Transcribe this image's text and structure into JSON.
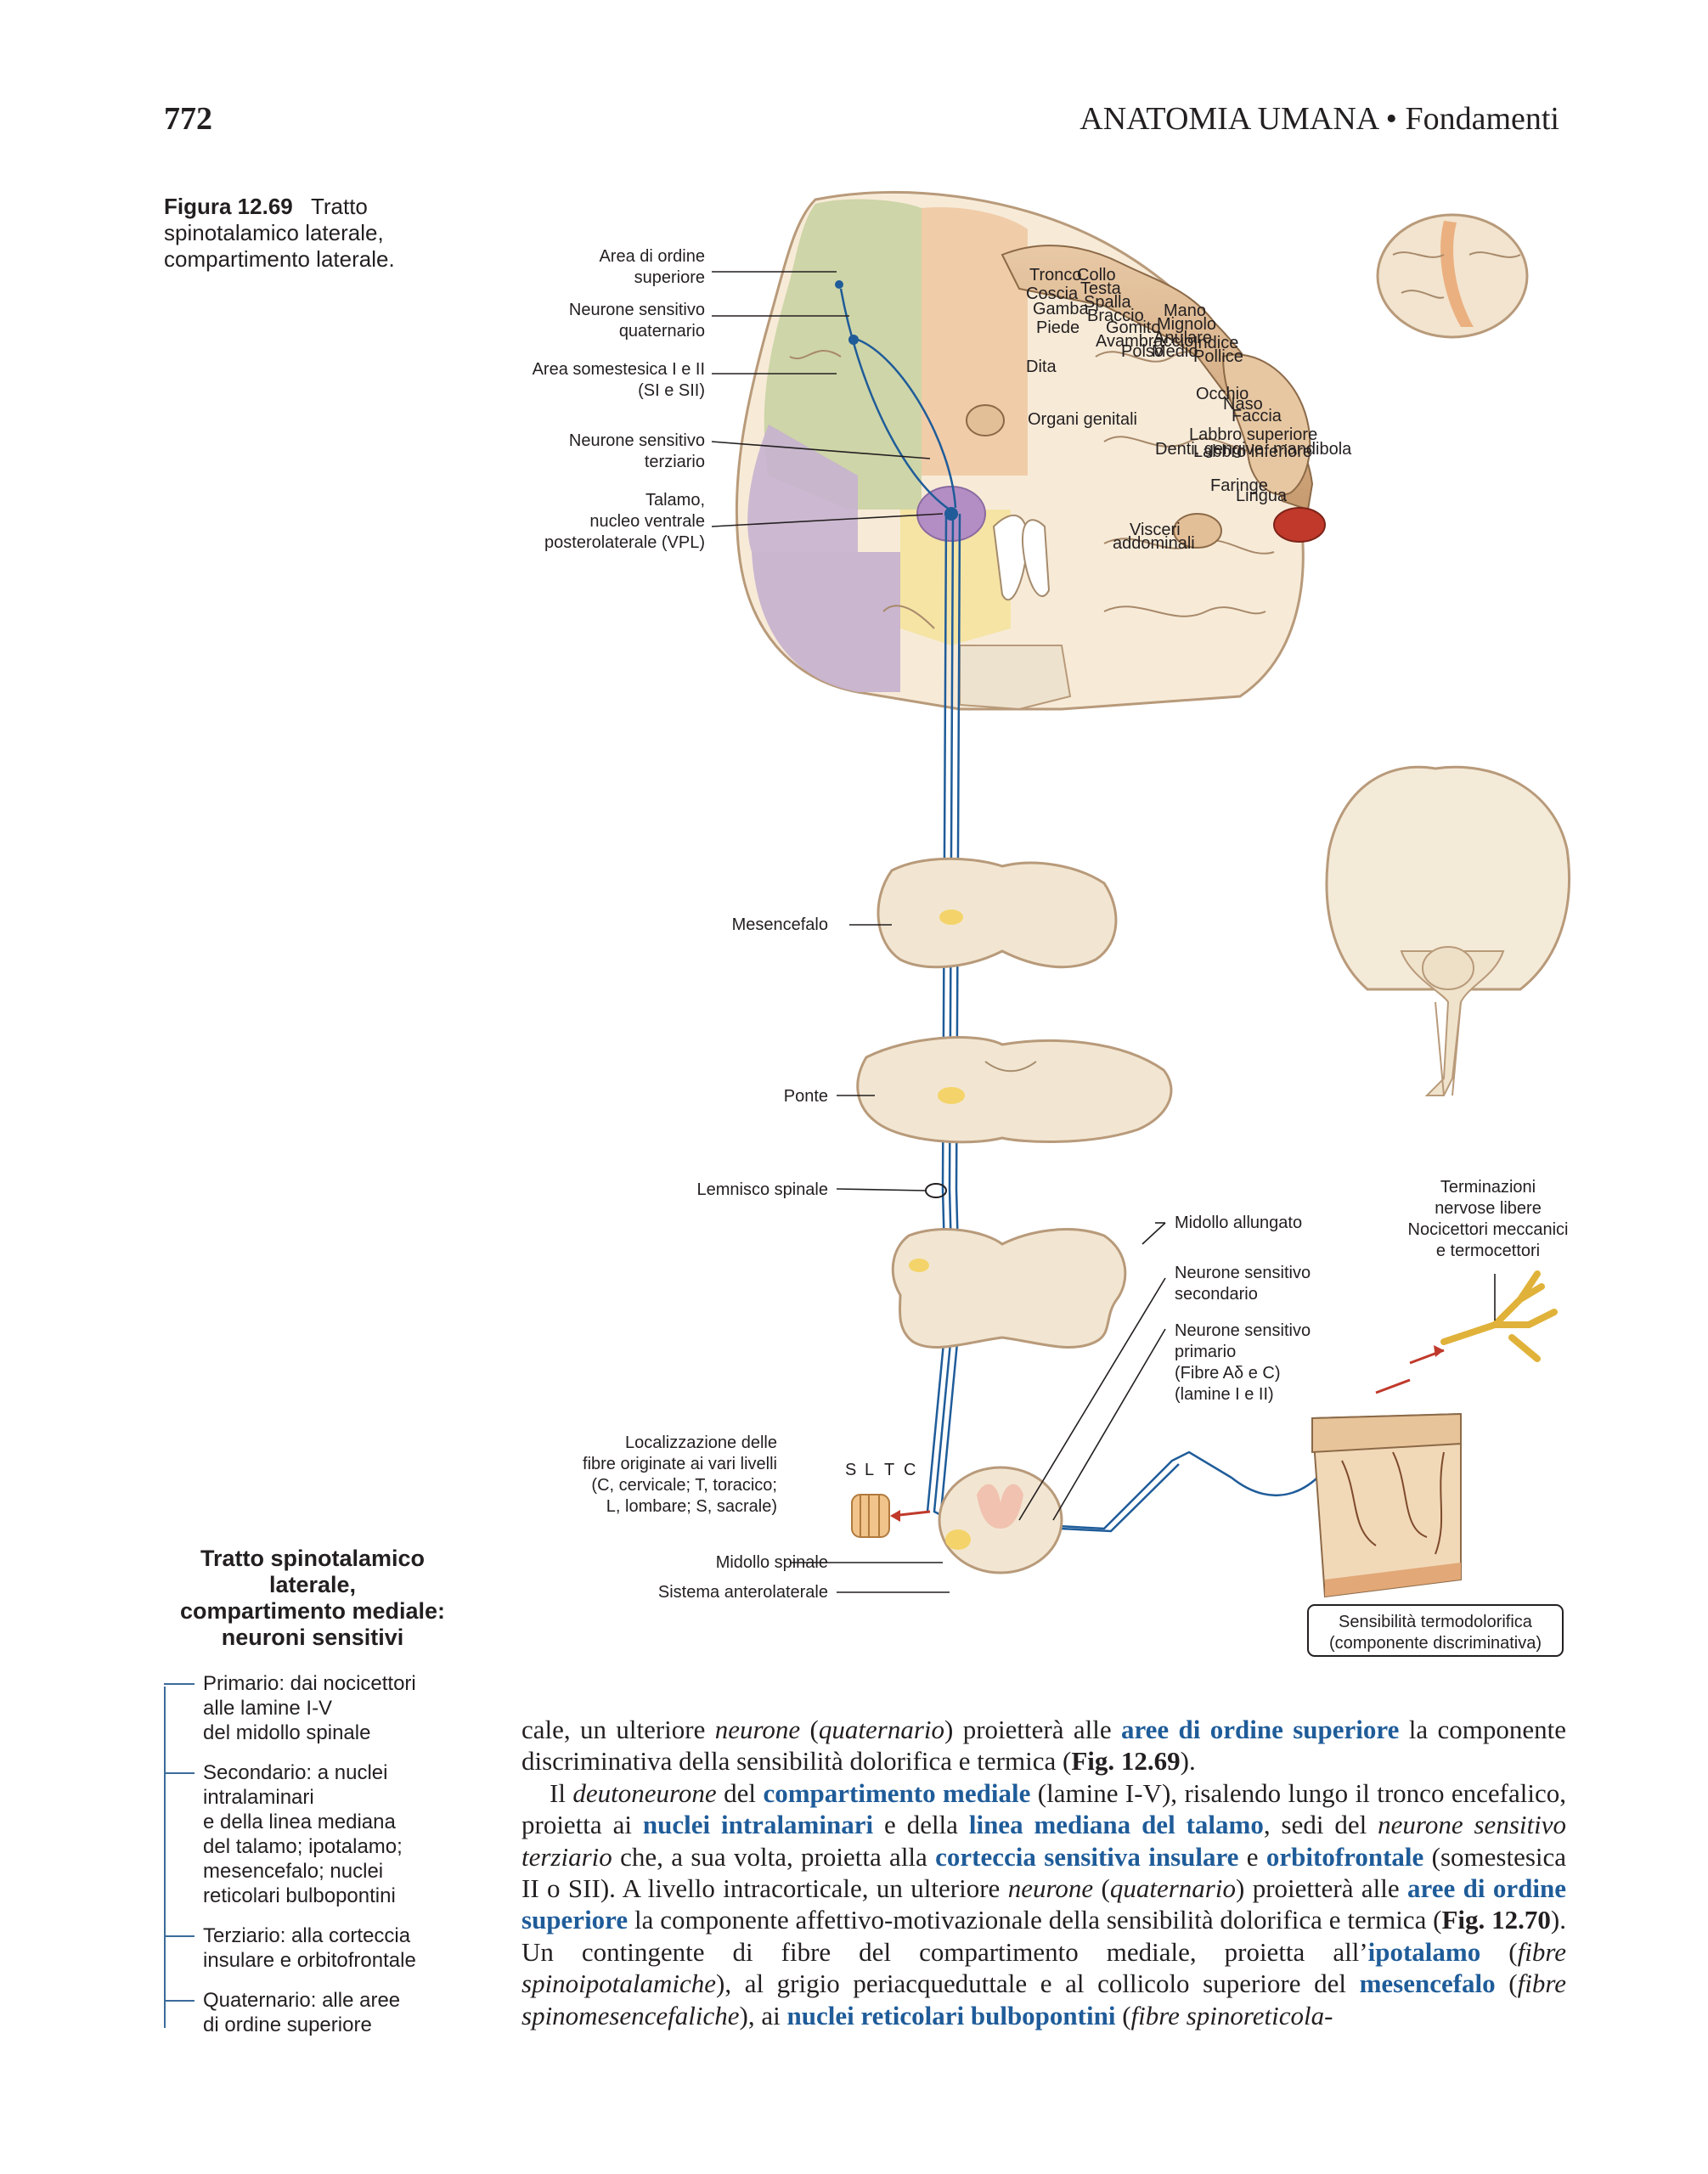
{
  "header": {
    "page_number": "772",
    "book_title": "ANATOMIA UMANA",
    "separator": "•",
    "book_subtitle": "Fondamenti"
  },
  "caption": {
    "label": "Figura 12.69",
    "text": "Tratto spinotalamico laterale, compartimento laterale."
  },
  "figure": {
    "left_labels": {
      "area_ordine_superiore": [
        "Area di ordine",
        "superiore"
      ],
      "neurone_quaternario": [
        "Neurone sensitivo",
        "quaternario"
      ],
      "area_somestesica": [
        "Area somestesica I e II",
        "(SI e SII)"
      ],
      "neurone_terziario": [
        "Neurone sensitivo",
        "terziario"
      ],
      "talamo": [
        "Talamo,",
        "nucleo ventrale",
        "posterolaterale (VPL)"
      ],
      "mesencefalo": "Mesencefalo",
      "ponte": "Ponte",
      "lemnisco": "Lemnisco spinale",
      "localizzazione": [
        "Localizzazione delle",
        "fibre originate ai vari livelli",
        "(C, cervicale; T, toracico;",
        "L, lombare; S, sacrale)"
      ],
      "midollo_spinale": "Midollo spinale",
      "sistema_anterolaterale": "Sistema anterolaterale"
    },
    "sltc": [
      "S",
      "L",
      "T",
      "C"
    ],
    "right_labels": {
      "midollo_allungato": "Midollo allungato",
      "neurone_secondario": [
        "Neurone sensitivo",
        "secondario"
      ],
      "neurone_primario": [
        "Neurone sensitivo",
        "primario",
        "(Fibre Aδ e C)",
        "(lamine I e II)"
      ],
      "terminazioni": [
        "Terminazioni",
        "nervose libere",
        "Nocicettori meccanici",
        "e termocettori"
      ],
      "sensibilita_box": [
        "Sensibilità termodolorifica",
        "(componente discriminativa)"
      ]
    },
    "homunculus_labels": [
      "Collo",
      "Testa",
      "Spalla",
      "Braccio",
      "Gomito",
      "Avambraccio",
      "Polso",
      "Mano",
      "Mignolo",
      "Anulare",
      "Medio",
      "Indice",
      "Pollice",
      "Tronco",
      "Coscia",
      "Gamba",
      "Piede",
      "Dita",
      "Occhio",
      "Naso",
      "Faccia",
      "Labbro superiore",
      "Labbro inferiore",
      "Denti, gengive, mandibola",
      "Lingua",
      "Faringe",
      "Organi genitali",
      "Visceri",
      "addominali"
    ]
  },
  "sidebar": {
    "title": [
      "Tratto spinotalamico",
      "laterale,",
      "compartimento mediale:",
      "neuroni sensitivi"
    ],
    "items": [
      [
        "Primario: dai nocicettori",
        "alle lamine I-V",
        "del midollo spinale"
      ],
      [
        "Secondario: a nuclei",
        "intralaminari",
        "e della linea mediana",
        "del talamo; ipotalamo;",
        "mesencefalo; nuclei",
        "reticolari bulbopontini"
      ],
      [
        "Terziario: alla corteccia",
        "insulare e orbitofrontale"
      ],
      [
        "Quaternario: alle aree",
        "di ordine superiore"
      ]
    ]
  },
  "body": {
    "p1": {
      "t1": "cale, un ulteriore ",
      "t2": "neurone",
      "t3": " (",
      "t4": "quaternario",
      "t5": ") proietterà alle ",
      "h1": "aree di ordine superiore",
      "t6": " la componente discriminativa della sensibilità dolorifica e termica (",
      "ref": "Fig. 12.69",
      "t7": ")."
    },
    "p2": {
      "t1": "Il ",
      "i1": "deutoneurone",
      "t2": " del ",
      "h1": "compartimento mediale",
      "t3": " (lamine I-V), risalendo lungo il tronco encefalico, proietta ai ",
      "h2": "nuclei intralaminari",
      "t4": " e della ",
      "h3": "linea mediana del talamo",
      "t5": ", sedi del ",
      "i2": "neurone sensitivo terziario",
      "t6": " che, a sua volta, proietta alla ",
      "h4": "corteccia sensitiva insulare",
      "t7": " e ",
      "h5": "orbitofrontale",
      "t8": " (somestesica II o SII). A livello intracorticale, un ulteriore ",
      "i3": "neurone",
      "t9": " (",
      "i4": "quaternario",
      "t10": ") proietterà alle ",
      "h6": "aree di ordine superiore",
      "t11": " la componente affettivo-motivazionale della sensibilità dolorifica e termica (",
      "ref": "Fig. 12.70",
      "t12": "). Un contingente di fibre del compartimento mediale, proietta all’",
      "h7": "ipotalamo",
      "t13": " (",
      "i5": "fibre spinoipotalamiche",
      "t14": "), al grigio periacqueduttale e al collicolo superiore del ",
      "h8": "mesencefalo",
      "t15": " (",
      "i6": "fibre spinomesencefaliche",
      "t16": "), ai ",
      "h9": "nuclei reticolari bulbopontini",
      "t17": " (",
      "i7": "fibre spinoreticola-"
    }
  }
}
